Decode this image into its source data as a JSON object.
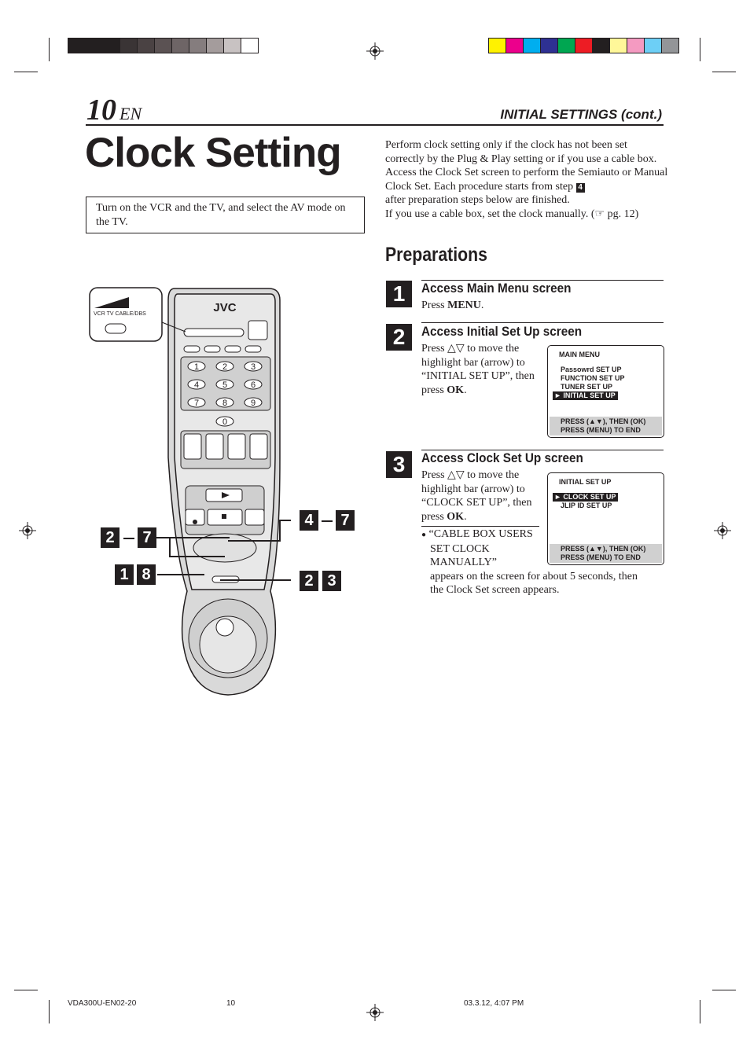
{
  "header": {
    "page_number": "10",
    "lang": "EN",
    "section": "INITIAL SETTINGS (cont.)",
    "title": "Clock Setting"
  },
  "note_box": "Turn on the VCR and the TV, and select the AV mode on the TV.",
  "intro": [
    "Perform clock setting only if the clock has not been set correctly by the Plug & Play setting or if you use a cable box.",
    "Access the Clock Set screen to perform the Semiauto or Manual Clock Set. Each procedure starts from step",
    "after preparation steps below are finished.",
    "If you use a cable box, set the clock manually. (☞ pg. 12)"
  ],
  "intro_step_ref": "4",
  "preparations_heading": "Preparations",
  "steps": [
    {
      "num": "1",
      "title": "Access Main Menu screen",
      "text_pre": "Press ",
      "text_bold": "MENU",
      "text_post": "."
    },
    {
      "num": "2",
      "title": "Access Initial Set Up screen",
      "text_lines": [
        "Press △▽ to move the",
        "highlight bar (arrow) to",
        "“INITIAL SET UP”, then",
        "press "
      ],
      "text_bold": "OK",
      "text_post": "."
    },
    {
      "num": "3",
      "title": "Access Clock Set Up screen",
      "text_lines": [
        "Press △▽ to move the",
        "highlight bar (arrow) to",
        "“CLOCK SET UP”, then",
        "press "
      ],
      "text_bold": "OK",
      "text_post": "."
    }
  ],
  "bullet_lines": [
    "“CABLE BOX USERS",
    "SET CLOCK",
    "MANUALLY”"
  ],
  "bullet_follow": [
    "appears on the screen for about 5 seconds, then",
    "the Clock Set screen appears."
  ],
  "screen_main": {
    "header": "MAIN MENU",
    "items": [
      "Passowrd SET UP",
      "FUNCTION SET UP",
      "TUNER SET UP"
    ],
    "selected": "► INITIAL SET UP",
    "footer": [
      "PRESS (▲▼), THEN (OK)",
      "PRESS (MENU) TO END"
    ]
  },
  "screen_initial": {
    "header": "INITIAL SET UP",
    "selected": "► CLOCK SET UP",
    "items": [
      "JLIP ID SET UP"
    ],
    "footer": [
      "PRESS (▲▼), THEN (OK)",
      "PRESS (MENU) TO END"
    ]
  },
  "remote": {
    "brand": "JVC",
    "switch_label": "VCR  TV CABLE/DBS",
    "keypad": [
      "1",
      "2",
      "3",
      "4",
      "5",
      "6",
      "7",
      "8",
      "9",
      "0"
    ],
    "callouts": [
      {
        "a": "2",
        "b": "7",
        "dash": true
      },
      {
        "a": "1",
        "b": "8",
        "dash": false
      },
      {
        "a": "4",
        "b": "7",
        "dash": true
      },
      {
        "a": "2",
        "b": "3",
        "dash": false
      }
    ]
  },
  "swatches_gray": [
    "#231f20",
    "#231f20",
    "#231f20",
    "#3a3435",
    "#4a4243",
    "#5b5253",
    "#6e6566",
    "#857d7e",
    "#a49c9c",
    "#c8c2c2",
    "#ffffff"
  ],
  "swatches_color": [
    "#fff200",
    "#ec008c",
    "#00aeef",
    "#2e3192",
    "#00a651",
    "#ed1c24",
    "#231f20",
    "#fff799",
    "#f49ac1",
    "#6dcff6",
    "#939598"
  ],
  "footer": {
    "left": "VDA300U-EN02-20",
    "center": "10",
    "right": "03.3.12, 4:07 PM"
  }
}
